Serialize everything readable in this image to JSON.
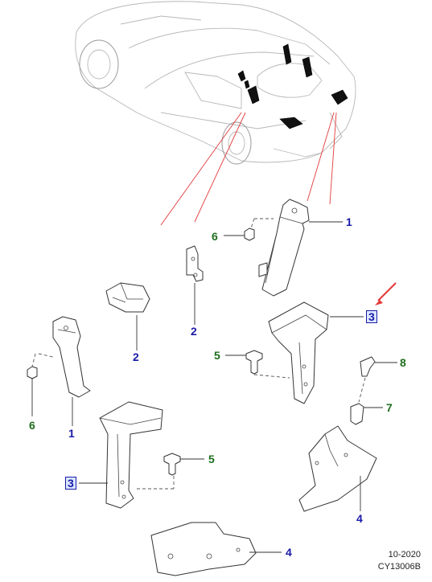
{
  "callouts": {
    "c1_top": "1",
    "c6_top": "6",
    "c3_right": "3",
    "c2_mid": "2",
    "c2_left": "2",
    "c5_mid": "5",
    "c8": "8",
    "c7": "7",
    "c6_left": "6",
    "c1_left": "1",
    "c5_low": "5",
    "c3_left": "3",
    "c4_right": "4",
    "c4_bottom": "4"
  },
  "footer": {
    "date": "10-2020",
    "code": "CY13006B"
  },
  "colors": {
    "callout_blue": "#1a1aa8",
    "callout_green": "#1f6e1f",
    "pointer_red": "#e23a3a"
  }
}
